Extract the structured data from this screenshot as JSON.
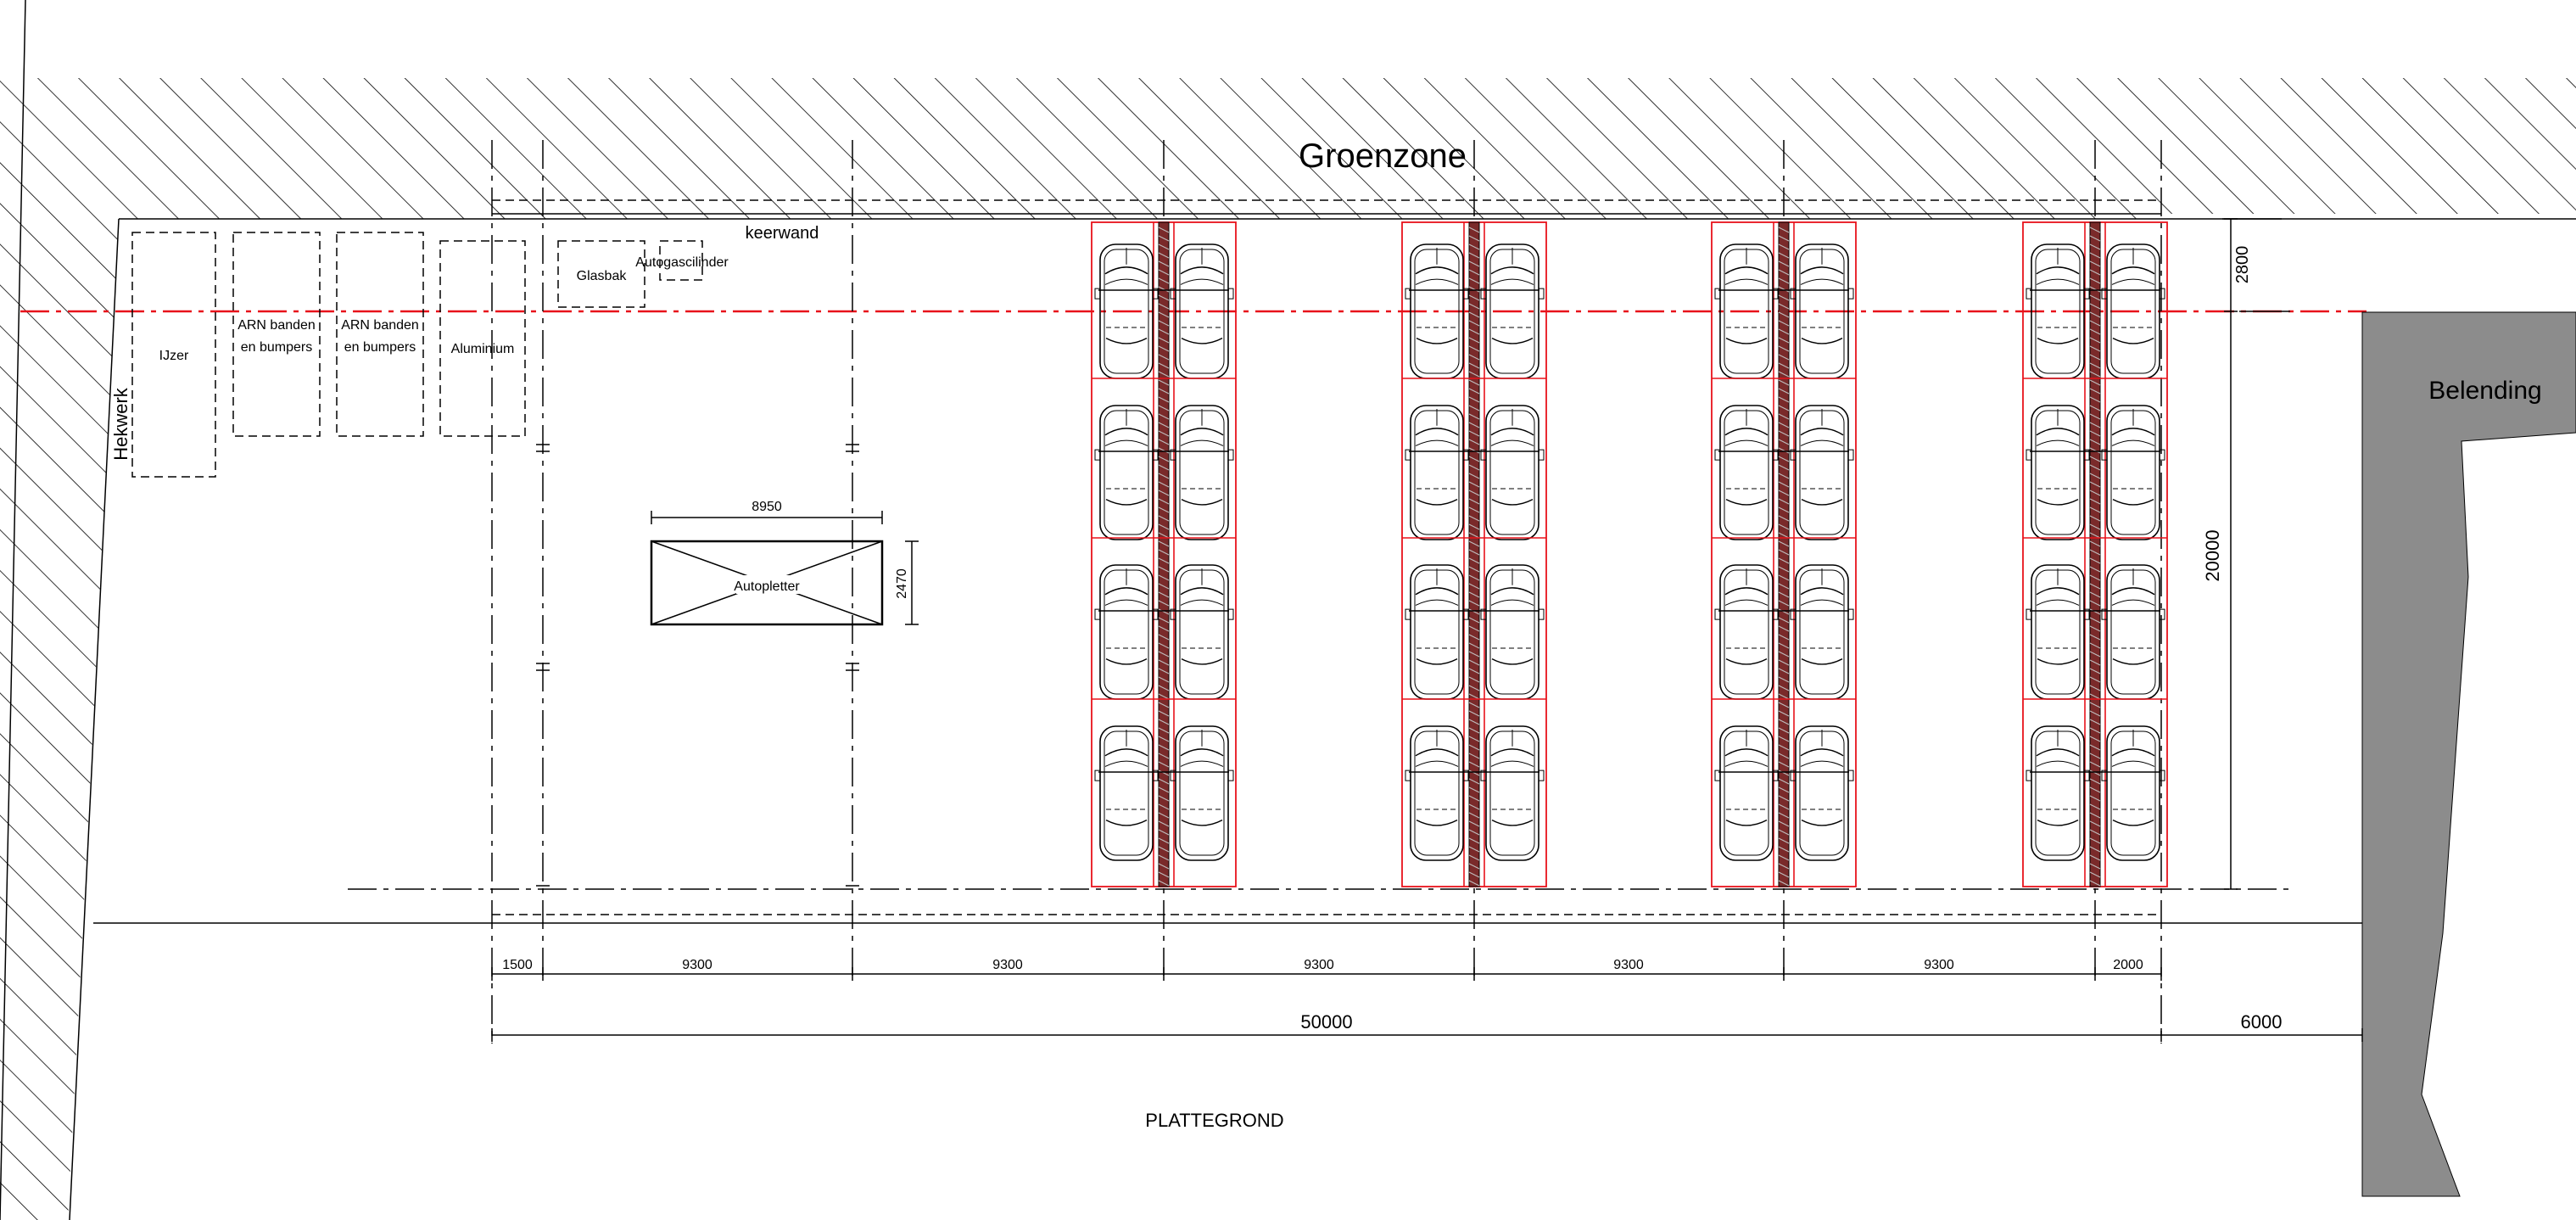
{
  "labels": {
    "green_zone": "Groenzone",
    "retaining_wall": "keerwand",
    "fence": "Hekwerk",
    "neighbour": "Belending",
    "floor_plan": "PLATTEGROND",
    "car_press": "Autopletter"
  },
  "containers": {
    "iron": "IJzer",
    "arn_1_line1": "ARN banden",
    "arn_1_line2": "en bumpers",
    "arn_2_line1": "ARN banden",
    "arn_2_line2": "en bumpers",
    "aluminium": "Aluminium",
    "glass": "Glasbak",
    "gas_cylinder": "Autogascilinder"
  },
  "dimensions": {
    "press_length": "8950",
    "press_width": "2470",
    "green_depth": "2800",
    "rack_depth": "20000",
    "total_length": "50000",
    "side_gap": "6000",
    "segments": [
      "1500",
      "9300",
      "9300",
      "9300",
      "9300",
      "9300",
      "2000"
    ]
  },
  "racks": {
    "count": 4,
    "cars_per_column": 4,
    "columns_per_rack": 2,
    "line_color": "#e8121b"
  },
  "colors": {
    "neighbour_fill": "#8c8c8c",
    "line": "#000000",
    "accent_red": "#e8121b"
  }
}
